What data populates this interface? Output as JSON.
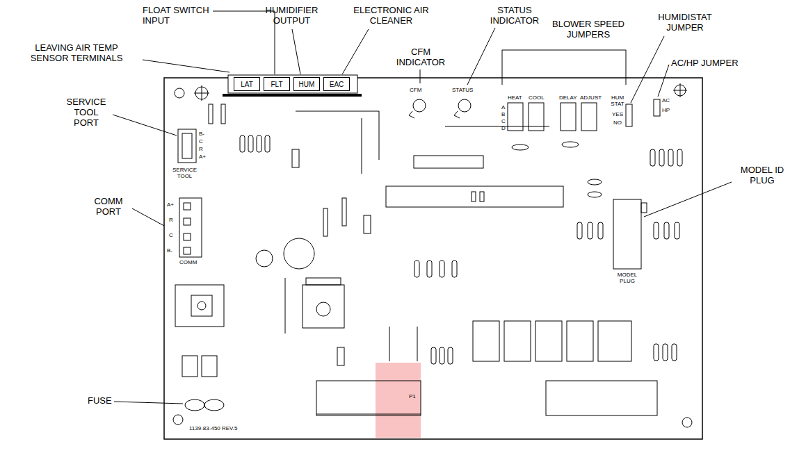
{
  "diagram": {
    "nodes": [
      {
        "text": [
          "LAT"
        ]
      },
      {
        "text": [
          "FLT"
        ]
      },
      {
        "text": [
          "HUM"
        ]
      },
      {
        "text": [
          "EAC"
        ]
      }
    ],
    "labels": [
      "LEAVING AIR TEMP SENSOR TERMINALS",
      "FLOAT SWITCH INPUT",
      "HUMIDIFIER OUTPUT",
      "ELECTRONIC AIR CLEANER",
      "CFM INDICATOR",
      "STATUS INDICATOR",
      "BLOWER SPEED JUMPERS",
      "HUMIDISTAT JUMPER",
      "AC/HP JUMPER",
      "SERVICE TOOL PORT",
      "COMM PORT",
      "MODEL ID PLUG",
      "FUSE",
      "CFM",
      "STATUS",
      "HEAT",
      "COOL",
      "DELAY",
      "ADJUST",
      "A",
      "B",
      "C",
      "D",
      "HUM STAT",
      "YES",
      "NO",
      "AC",
      "HP",
      "SERVICE TOOL",
      "COMM",
      "A+",
      "R",
      "C",
      "B-",
      "B-",
      "C",
      "R",
      "A+",
      "MODEL PLUG",
      "P1",
      "1139-83-450 REV.5"
    ]
  }
}
